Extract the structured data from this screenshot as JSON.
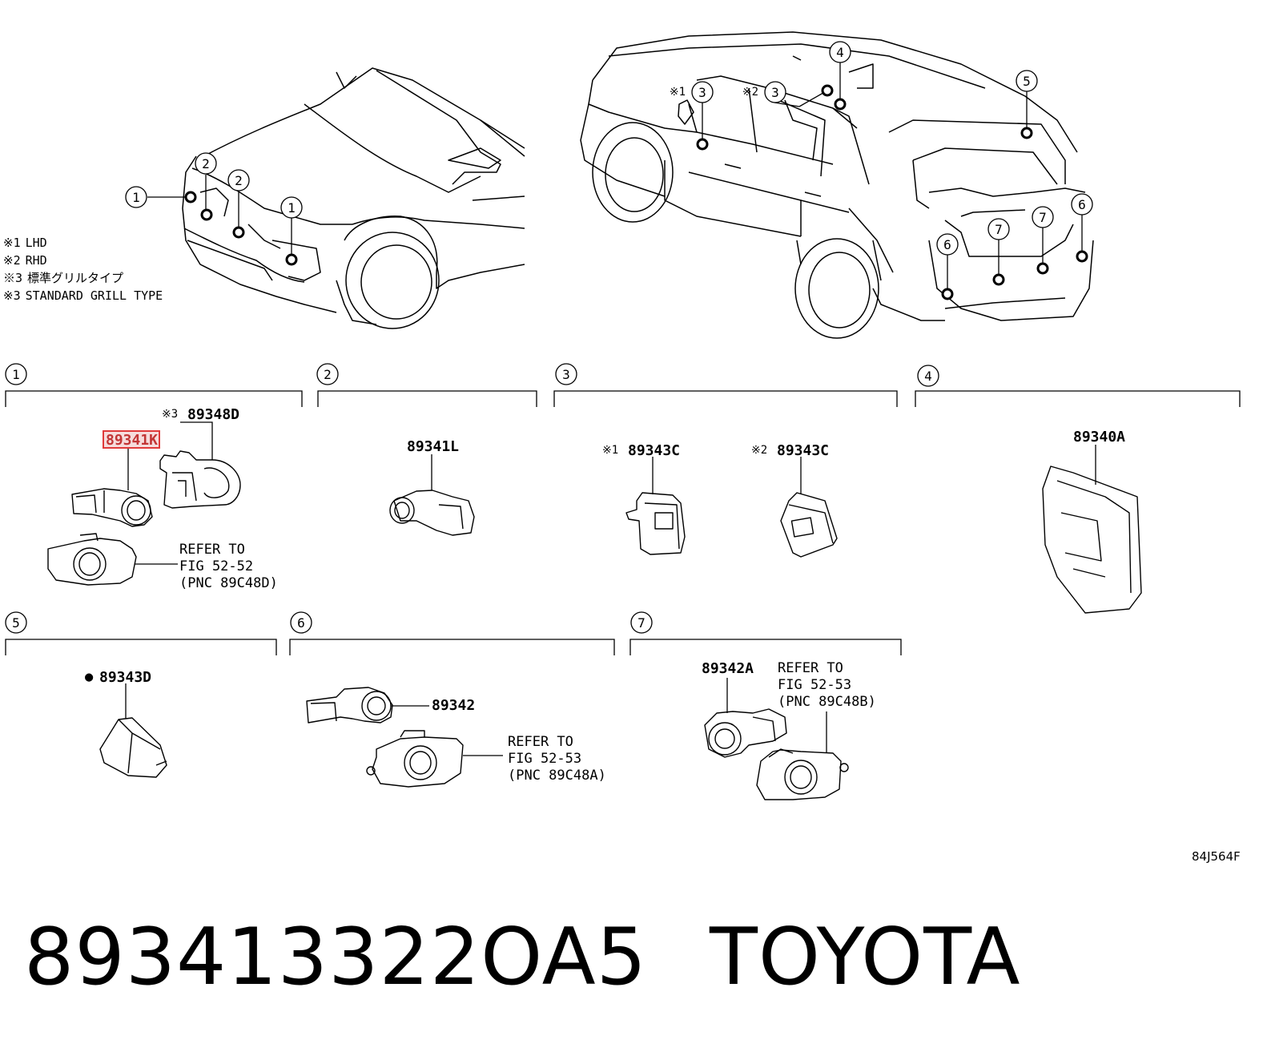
{
  "notes": [
    {
      "mark": "※1",
      "text": "LHD"
    },
    {
      "mark": "※2",
      "text": "RHD"
    },
    {
      "mark": "※3",
      "text": "標準グリルタイプ"
    },
    {
      "mark": "※3",
      "text": "STANDARD GRILL TYPE"
    }
  ],
  "callouts": {
    "front": [
      "1",
      "2",
      "2",
      "1"
    ],
    "rear_prefixes": [
      "※1",
      "※2"
    ],
    "rear": [
      "3",
      "3",
      "4",
      "5",
      "6",
      "7",
      "7",
      "6"
    ]
  },
  "sections": [
    {
      "num": "1",
      "parts": [
        {
          "mark": "※3",
          "code": "89348D"
        },
        {
          "mark": "",
          "code": "89341K",
          "highlighted": true
        }
      ],
      "refer": [
        "REFER TO",
        "FIG 52-52",
        "(PNC 89C48D)"
      ]
    },
    {
      "num": "2",
      "parts": [
        {
          "mark": "",
          "code": "89341L"
        }
      ]
    },
    {
      "num": "3",
      "parts": [
        {
          "mark": "※1",
          "code": "89343C"
        },
        {
          "mark": "※2",
          "code": "89343C"
        }
      ]
    },
    {
      "num": "4",
      "parts": [
        {
          "mark": "",
          "code": "89340A"
        }
      ]
    },
    {
      "num": "5",
      "parts": [
        {
          "mark": "●",
          "code": "89343D"
        }
      ]
    },
    {
      "num": "6",
      "parts": [
        {
          "mark": "",
          "code": "89342"
        }
      ],
      "refer": [
        "REFER TO",
        "FIG 52-53",
        "(PNC 89C48A)"
      ]
    },
    {
      "num": "7",
      "parts": [
        {
          "mark": "",
          "code": "89342A"
        }
      ],
      "refer": [
        "REFER TO",
        "FIG 52-53",
        "(PNC 89C48B)"
      ]
    }
  ],
  "diagram_code": "84J564F",
  "footer": {
    "part_number": "893413322OA5",
    "brand": "TOYOTA"
  },
  "colors": {
    "highlight": "#e03a3a",
    "line": "#000000"
  }
}
